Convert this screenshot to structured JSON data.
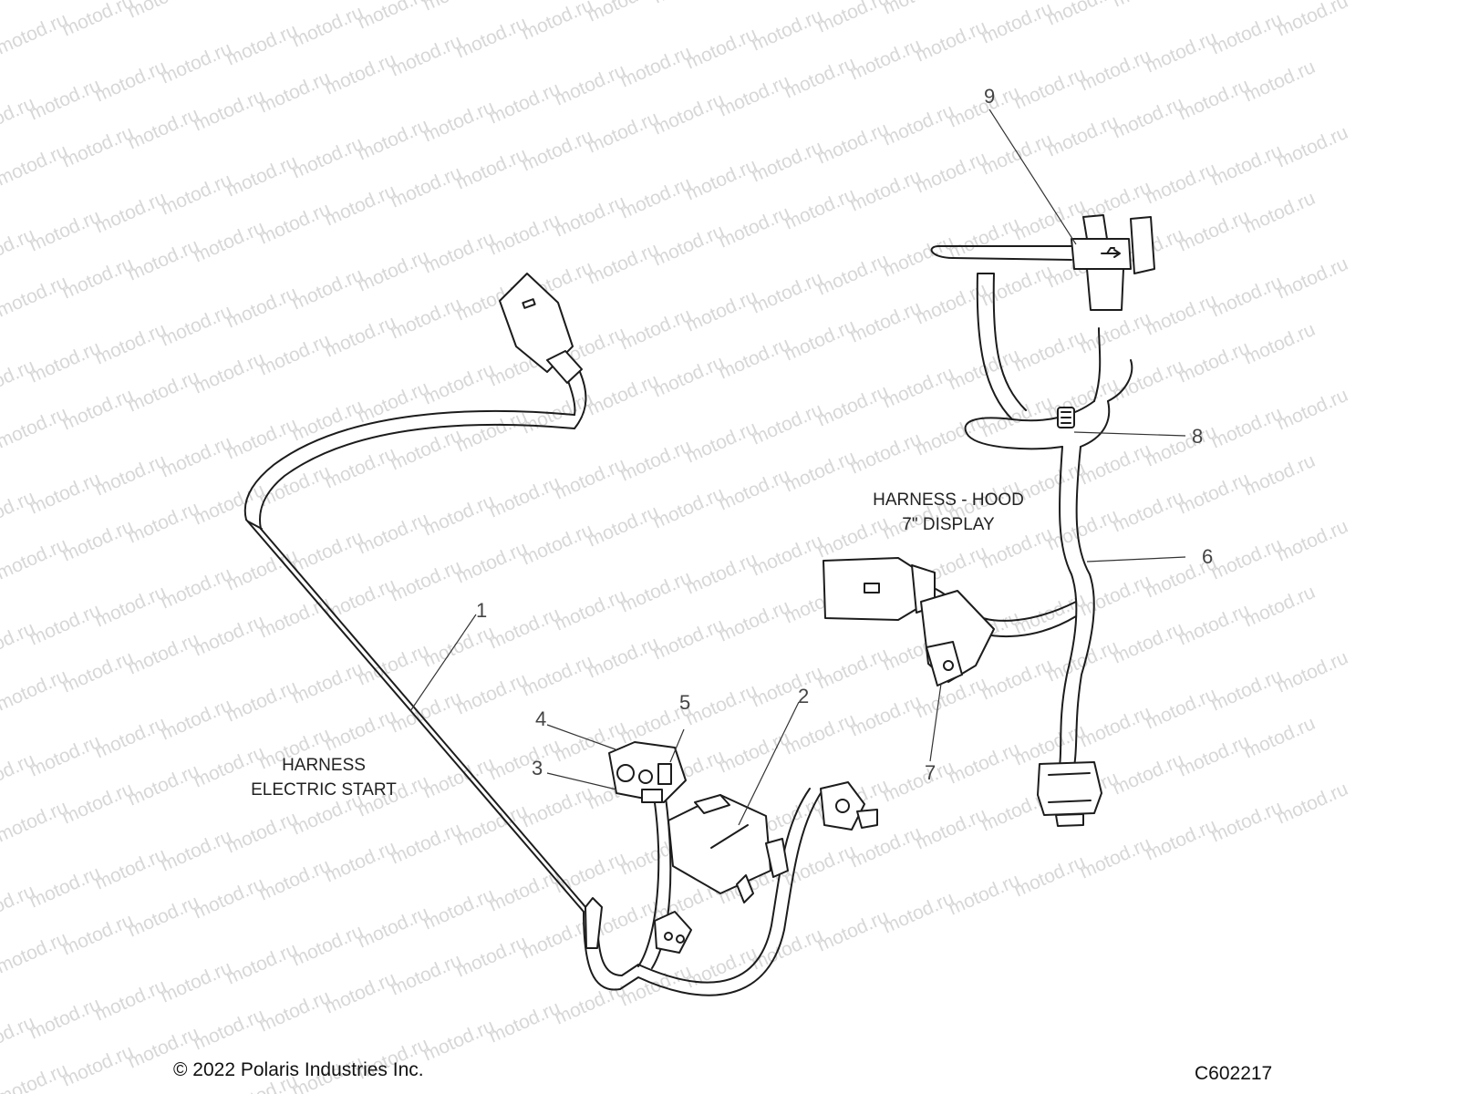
{
  "watermark": {
    "text": "motod.ru"
  },
  "labels": {
    "harness_hood": [
      "HARNESS - HOOD",
      "7\" DISPLAY"
    ],
    "harness_electric_start": [
      "HARNESS",
      "ELECTRIC START"
    ]
  },
  "callouts": {
    "n1": "1",
    "n2": "2",
    "n3": "3",
    "n4": "4",
    "n5": "5",
    "n6": "6",
    "n7": "7",
    "n8": "8",
    "n9": "9"
  },
  "footer": {
    "copyright": "© 2022 Polaris Industries Inc.",
    "figure_code": "C602217"
  },
  "icons": {
    "usb_port": "usb-icon"
  },
  "colors": {
    "line": "#1c1c1c",
    "watermark": "#b7b7b7",
    "background": "#ffffff"
  }
}
